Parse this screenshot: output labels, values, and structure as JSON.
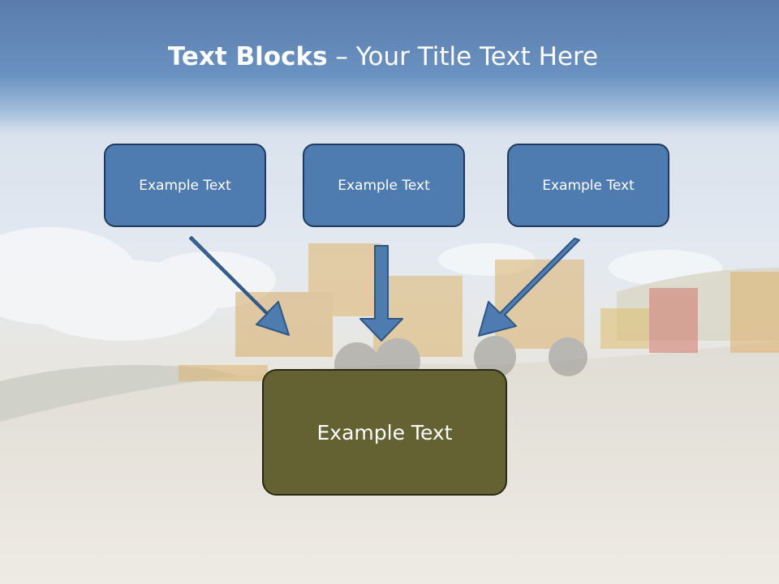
{
  "slide": {
    "title_bold": "Text Blocks",
    "title_rest": " – Your Title Text Here",
    "boxes": [
      "Example Text",
      "Example Text",
      "Example Text"
    ],
    "result_box": "Example Text"
  },
  "colors": {
    "box_blue": "#4f7cb0",
    "box_olive": "#646232",
    "arrow_blue": "#4f7cb0",
    "header_blue": "#3d6ea8"
  },
  "background": {
    "description": "construction vehicles on a gravel road under a cloudy sky"
  }
}
